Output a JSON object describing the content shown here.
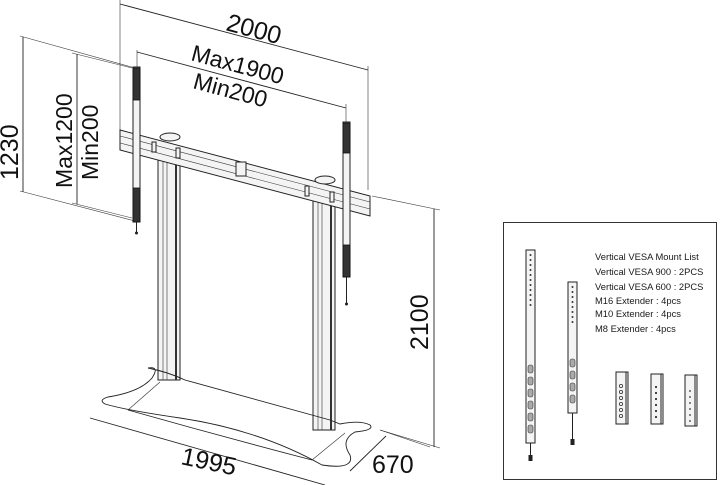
{
  "dimensions": {
    "overall_width": "2000",
    "rail_width_max": "Max1900",
    "rail_width_min": "Min200",
    "bracket_height": "1230",
    "bracket_height_max": "Max1200",
    "bracket_height_min": "Min200",
    "overall_height": "2100",
    "base_width": "1995",
    "base_depth": "670"
  },
  "mount_list": {
    "title": "Vertical VESA Mount List",
    "items": [
      "Vertical VESA 900 : 2PCS",
      "Vertical VESA 600 : 2PCS",
      "M16 Extender : 4pcs",
      "M10 Extender : 4pcs",
      "M8 Extender : 4pcs"
    ]
  },
  "colors": {
    "line": "#222222",
    "part_fill": "#f4f4f4",
    "background": "#ffffff"
  }
}
